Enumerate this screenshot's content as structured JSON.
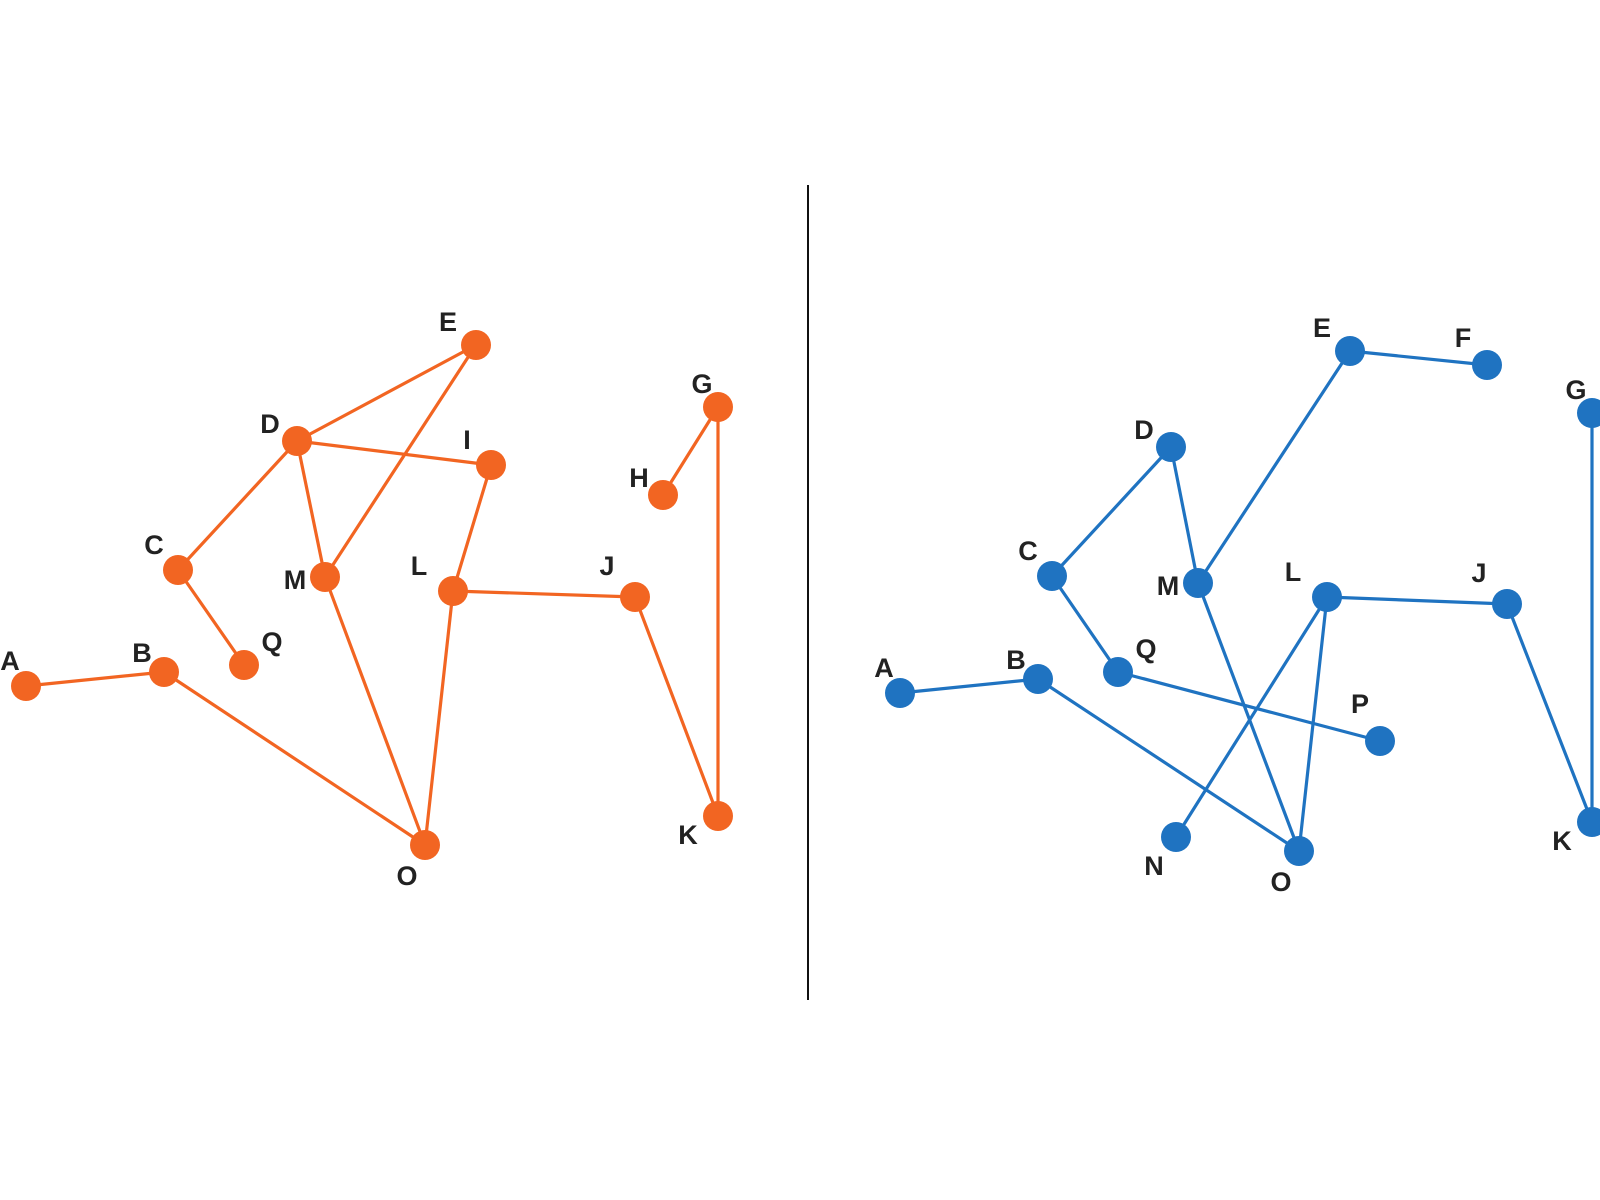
{
  "graphs": [
    {
      "name": "left-graph",
      "color": "#f26522",
      "nodes": [
        "A",
        "B",
        "C",
        "D",
        "E",
        "G",
        "H",
        "I",
        "J",
        "K",
        "L",
        "M",
        "O",
        "Q"
      ],
      "edges": [
        [
          "A",
          "B"
        ],
        [
          "B",
          "O"
        ],
        [
          "C",
          "D"
        ],
        [
          "C",
          "Q"
        ],
        [
          "D",
          "E"
        ],
        [
          "D",
          "I"
        ],
        [
          "D",
          "M"
        ],
        [
          "E",
          "M"
        ],
        [
          "I",
          "L"
        ],
        [
          "L",
          "J"
        ],
        [
          "L",
          "O"
        ],
        [
          "M",
          "O"
        ],
        [
          "J",
          "K"
        ],
        [
          "G",
          "H"
        ],
        [
          "G",
          "K"
        ]
      ]
    },
    {
      "name": "right-graph",
      "color": "#1f73c1",
      "nodes": [
        "A",
        "B",
        "C",
        "D",
        "E",
        "F",
        "G",
        "J",
        "K",
        "L",
        "M",
        "N",
        "O",
        "P",
        "Q"
      ],
      "edges": [
        [
          "A",
          "B"
        ],
        [
          "B",
          "O"
        ],
        [
          "C",
          "D"
        ],
        [
          "C",
          "Q"
        ],
        [
          "Q",
          "P"
        ],
        [
          "D",
          "M"
        ],
        [
          "M",
          "O"
        ],
        [
          "M",
          "E"
        ],
        [
          "E",
          "F"
        ],
        [
          "L",
          "J"
        ],
        [
          "L",
          "N"
        ],
        [
          "L",
          "O"
        ],
        [
          "J",
          "K"
        ],
        [
          "G",
          "K"
        ]
      ]
    }
  ]
}
